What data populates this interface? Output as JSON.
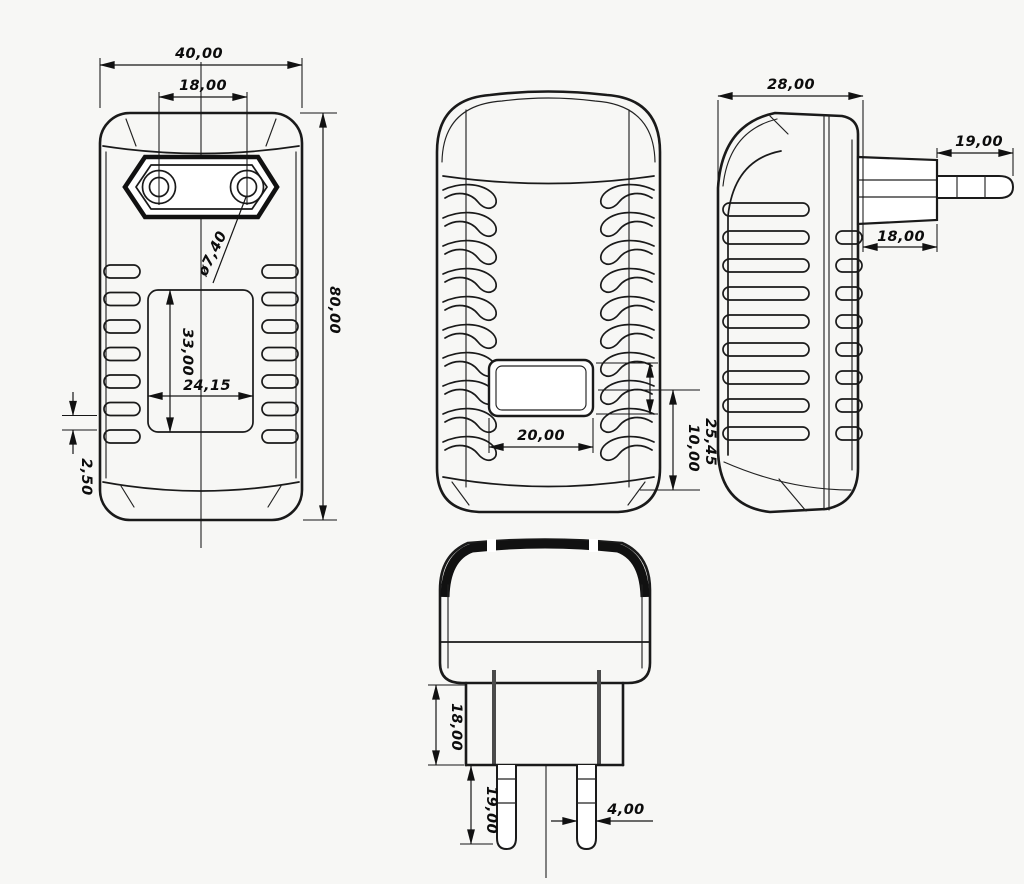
{
  "drawing": {
    "title": "power-adapter-technical-drawing",
    "ink": "#1a1a1a",
    "background": "#f7f7f5",
    "front": {
      "width": "40,00",
      "hole_spacing": "18,00",
      "height": "80,00",
      "hole_diameter": "ø7,40",
      "label_height": "33,00",
      "label_width": "24,15",
      "vent_gap": "2,50"
    },
    "back": {
      "usb_width": "20,00",
      "usb_height": "10,00",
      "usb_offset": "25,45"
    },
    "side": {
      "depth": "28,00",
      "pin_length": "19,00",
      "plug_base": "18,00"
    },
    "bottom": {
      "plug_base": "18,00",
      "pin_length": "19,00",
      "pin_diameter": "4,00"
    }
  }
}
